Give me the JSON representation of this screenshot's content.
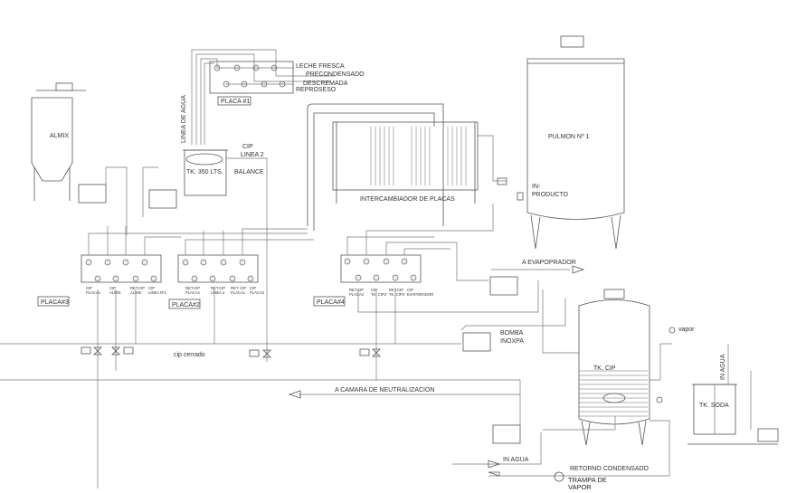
{
  "labels": {
    "almix": "ALMIX",
    "leche_fresca": "LECHE FRESCA",
    "precondensado": "PRECONDENSADO",
    "descremada": "DESCREMADA",
    "reproseso": "REPROSESO",
    "placa1": "PLACA #1",
    "linea_agua": "LINEA DE AGUA",
    "cip": "CIP",
    "linea2": "LINEA 2",
    "tk350": "TK. 350 LTS.",
    "balance": "BALANCE",
    "intercambiador": "INTERCAMBIADOR DE PLACAS",
    "pulmon": "PULMON Nº 1",
    "in": "IN-",
    "producto": "PRODUCTO",
    "evaporador": "A EVAPOPRADOR",
    "placa3": "PLACA#3",
    "placa2": "PLACA#2",
    "placa4": "PLACA#4",
    "cip_cerrado": "cip cerrado",
    "bomba": "BOMBA",
    "inoxpa": "INOXPA",
    "vapor": "vapor",
    "camara": "A CAMARA DE NEUTRALIZACION",
    "tk_cip": "TK. CIP",
    "in_agua_v": "IN AGUA",
    "tk_soda": "TK. SODA",
    "in_agua": "IN AGUA",
    "retorno": "RETORNO CONDENSADO",
    "trampa": "TRAMPA DE",
    "trampa2": "VAPOR"
  },
  "panel3": [
    [
      "CIP",
      "PLACA1"
    ],
    [
      "CIP",
      "ALMIX"
    ],
    [
      "RET.CIP",
      "ALMIX"
    ],
    [
      "CIP",
      "LINEA Nº1"
    ]
  ],
  "panel2": [
    [
      "RET.CIP",
      "PLACA1"
    ],
    [
      "RET.CIP",
      "LINEA 2"
    ],
    [
      "RET. CIP",
      "PLACA1"
    ],
    [
      "CIP",
      "PLACA2"
    ]
  ],
  "panel4": [
    [
      "RET.CIP",
      "PLACA2"
    ],
    [
      "CIP",
      "TK. CIP3"
    ],
    [
      "RET.CIP",
      "TK. CIP3"
    ],
    [
      "CIP",
      "EVAPORADOR"
    ]
  ]
}
